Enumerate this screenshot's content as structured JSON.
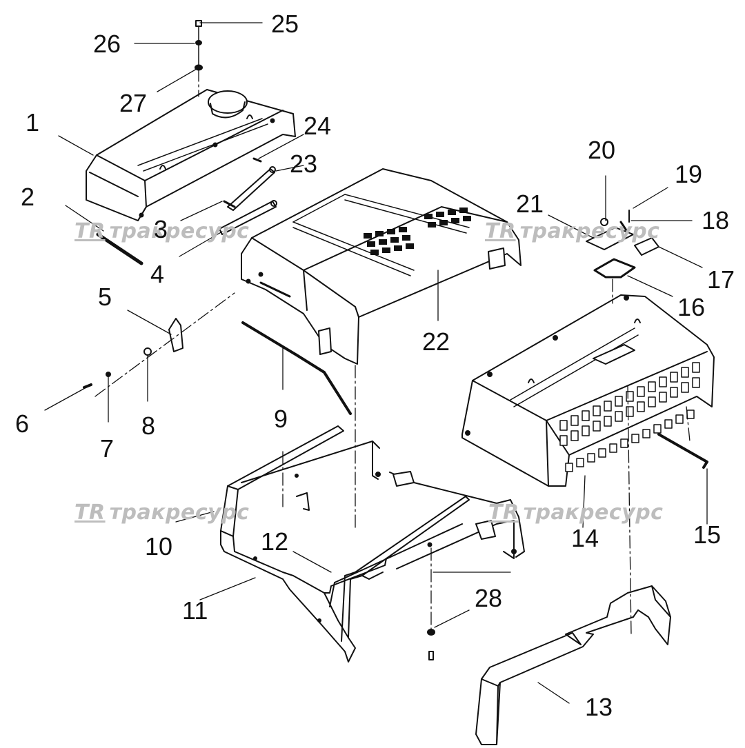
{
  "watermark": {
    "logo": "TR",
    "text": "тракресурс"
  },
  "callouts": [
    "1",
    "2",
    "3",
    "4",
    "5",
    "6",
    "7",
    "8",
    "9",
    "10",
    "11",
    "12",
    "13",
    "14",
    "15",
    "16",
    "17",
    "18",
    "19",
    "20",
    "21",
    "22",
    "23",
    "24",
    "25",
    "26",
    "27",
    "28"
  ]
}
